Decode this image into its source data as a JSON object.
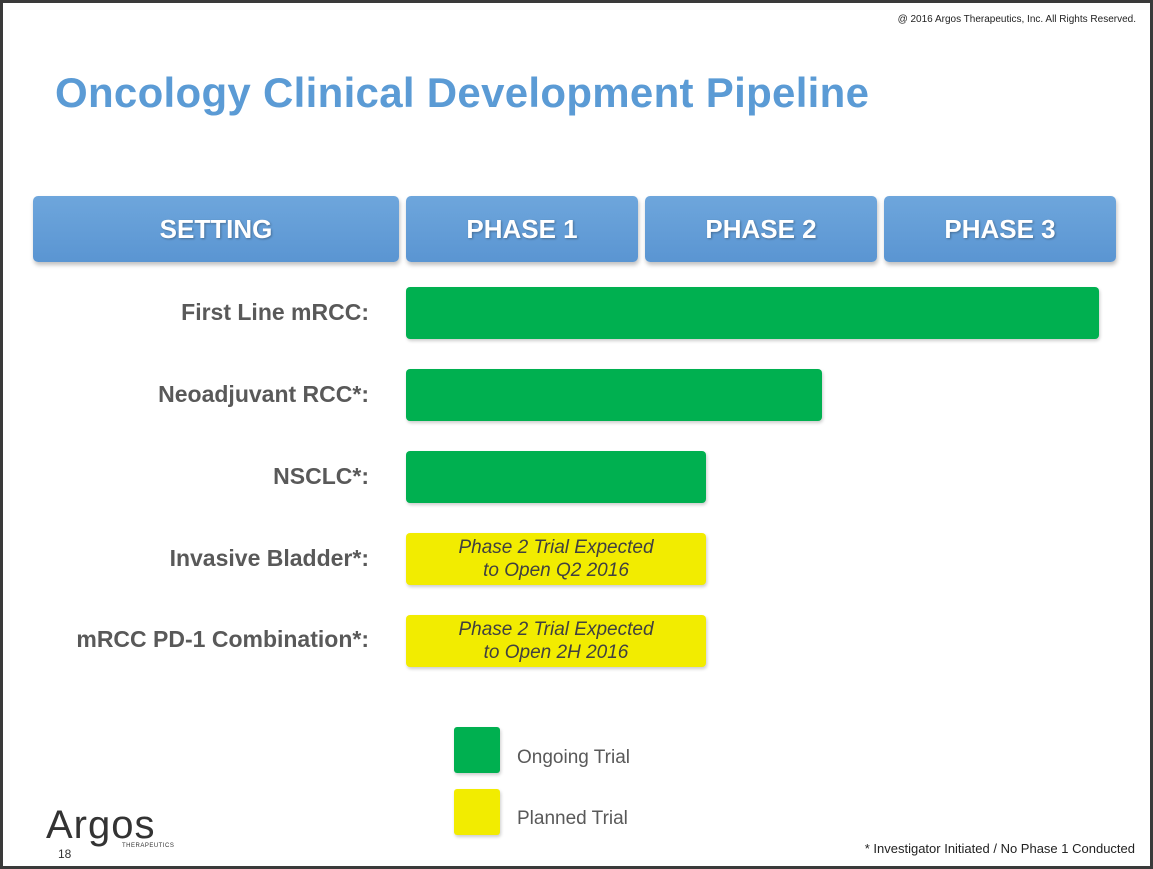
{
  "copyright": "@ 2016 Argos Therapeutics, Inc. All Rights Reserved.",
  "title": "Oncology Clinical Development Pipeline",
  "headers": [
    "SETTING",
    "PHASE 1",
    "PHASE 2",
    "PHASE 3"
  ],
  "rows": [
    {
      "label": "First Line mRCC:",
      "status": "ongoing",
      "progress": 3.0,
      "text": [
        "",
        ""
      ]
    },
    {
      "label": "Neoadjuvant RCC*:",
      "status": "ongoing",
      "progress": 1.8,
      "text": [
        "",
        ""
      ]
    },
    {
      "label": "NSCLC*:",
      "status": "ongoing",
      "progress": 1.3,
      "text": [
        "",
        ""
      ]
    },
    {
      "label": "Invasive Bladder*:",
      "status": "planned",
      "progress": 1.3,
      "text": [
        "Phase 2 Trial Expected",
        "to Open Q2 2016"
      ]
    },
    {
      "label": "mRCC PD-1 Combination*:",
      "status": "planned",
      "progress": 1.3,
      "text": [
        "Phase 2 Trial Expected",
        "to Open 2H 2016"
      ]
    }
  ],
  "colors": {
    "ongoing": "#00b050",
    "planned": "#f2ec00",
    "header": "#5b9bd5"
  },
  "legend": [
    {
      "label": "Ongoing Trial",
      "status": "ongoing"
    },
    {
      "label": "Planned Trial",
      "status": "planned"
    }
  ],
  "logo": {
    "name": "Argos",
    "sub": "THERAPEUTICS"
  },
  "page_number": "18",
  "footnote": "* Investigator Initiated / No Phase 1 Conducted"
}
